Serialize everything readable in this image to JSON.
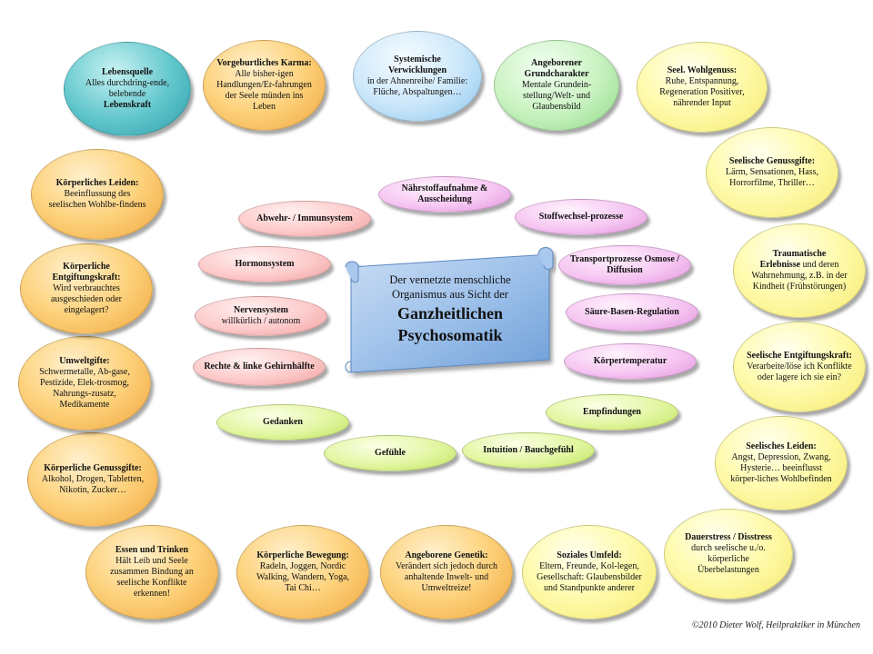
{
  "center": {
    "line1": "Der vernetzte menschliche",
    "line2": "Organismus aus Sicht der",
    "title1": "Ganzheitlichen",
    "title2": "Psychosomatik"
  },
  "outer": {
    "lebensquelle": {
      "title": "Lebensquelle",
      "desc": "Alles durchdring-ende, belebende",
      "desc_b": "Lebenskraft"
    },
    "karma": {
      "title": "Vorgeburtliches Karma:",
      "desc": "Alle bisher-igen Handlungen/Er-fahrungen der Seele münden ins Leben"
    },
    "systemische": {
      "title": "Systemische Verwicklungen",
      "desc": "in der Ahnenreihe/ Familie: Flüche, Abspaltungen…"
    },
    "grundcharakter": {
      "title": "Angeborener Grundcharakter",
      "desc": "Mentale Grundein-stellung/Welt- und Glaubensbild"
    },
    "wohlgenuss": {
      "title": "Seel. Wohlgenuss:",
      "desc": "Ruhe, Entspannung, Regeneration Positiver, nährender Input"
    },
    "genussgifte_seel": {
      "title": "Seelische Genussgifte:",
      "desc": "Lärm, Sensationen, Hass, Horrorfilme, Thriller…"
    },
    "traumatische": {
      "title": "Traumatische",
      "title2": "Erlebnisse",
      "desc": "und deren Wahrnehmung, z.B. in der Kindheit (Frühstörungen)"
    },
    "seel_entgiftung": {
      "title": "Seelische Entgiftungskraft:",
      "desc": "Verarbeite/löse ich Konflikte oder lagere ich sie ein?"
    },
    "seel_leiden": {
      "title": "Seelisches Leiden:",
      "desc": "Angst, Depression, Zwang, Hysterie… beeinflusst körper-liches Wohlbefinden"
    },
    "dauerstress": {
      "title": "Dauerstress / Disstress",
      "desc": "durch seelische u./o. körperliche Überbelastungen"
    },
    "soziales": {
      "title": "Soziales Umfeld:",
      "desc": "Eltern, Freunde, Kol-legen, Gesellschaft: Glaubensbilder und Standpunkte anderer"
    },
    "genetik": {
      "title": "Angeborene Genetik:",
      "desc": "Verändert sich jedoch durch anhaltende Inwelt- und Umweltreize!"
    },
    "bewegung": {
      "title": "Körperliche Bewegung:",
      "desc": "Radeln, Joggen, Nordic Walking, Wandern, Yoga, Tai Chi…"
    },
    "essen": {
      "title": "Essen und Trinken",
      "desc": "Hält Leib und Seele zusammen Bindung an seelische Konflikte erkennen!"
    },
    "koerp_genussgifte": {
      "title": "Körperliche Genussgifte:",
      "desc": "Alkohol, Drogen, Tabletten, Nikotin, Zucker…"
    },
    "umweltgifte": {
      "title": "Umweltgifte:",
      "desc": "Schwermetalle, Ab-gase, Pestizide, Elek-trosmog, Nahrungs-zusatz, Medikamente"
    },
    "koerp_entgiftung": {
      "title": "Körperliche Entgiftungskraft:",
      "desc": "Wird verbrauchtes ausgeschieden oder eingelagert?"
    },
    "koerp_leiden": {
      "title": "Körperliches Leiden:",
      "desc": "Beeinflussung des seelischen Wohlbe-findens"
    }
  },
  "inner": {
    "naehrstoff": "Nährstoffaufnahme & Ausscheidung",
    "abwehr": "Abwehr- / Immunsystem",
    "stoffwechsel": "Stoffwechsel-prozesse",
    "hormon": "Hormonsystem",
    "transport": "Transportprozesse Osmose / Diffusion",
    "nerven_title": "Nervensystem",
    "nerven_desc": "willkürlich / autonom",
    "saeure": "Säure-Basen-Regulation",
    "gehirn": "Rechte & linke Gehirnhälfte",
    "temperatur": "Körpertemperatur",
    "empfindungen": "Empfindungen",
    "gedanken": "Gedanken",
    "gefuehle": "Gefühle",
    "intuition": "Intuition / Bauchgefühl"
  },
  "copyright": "©2010 Dieter Wolf, Heilpraktiker in München"
}
